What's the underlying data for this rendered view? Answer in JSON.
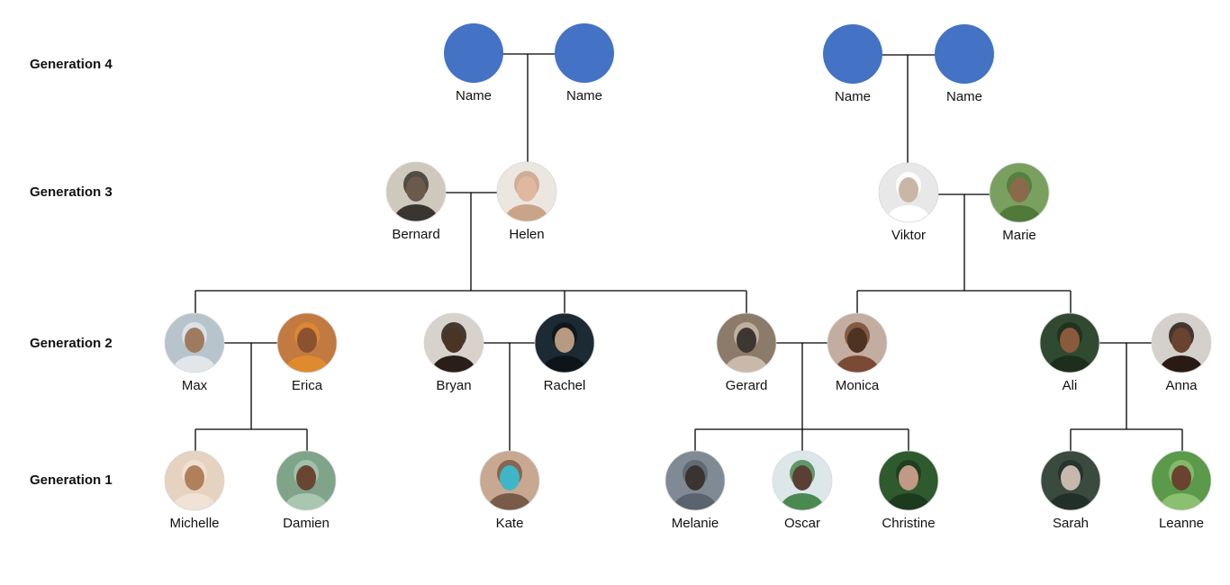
{
  "generations": [
    {
      "label": "Generation 4"
    },
    {
      "label": "Generation 3"
    },
    {
      "label": "Generation 2"
    },
    {
      "label": "Generation 1"
    }
  ],
  "colors": {
    "placeholder": "#4472C4",
    "line": "#000000",
    "text": "#111111"
  },
  "people": {
    "g4a": {
      "name": "Name",
      "kind": "placeholder"
    },
    "g4b": {
      "name": "Name",
      "kind": "placeholder"
    },
    "g4c": {
      "name": "Name",
      "kind": "placeholder"
    },
    "g4d": {
      "name": "Name",
      "kind": "placeholder"
    },
    "bernard": {
      "name": "Bernard",
      "kind": "photo",
      "palette": [
        "#cfc8bd",
        "#6b5a4c",
        "#3a3530"
      ]
    },
    "helen": {
      "name": "Helen",
      "kind": "photo",
      "palette": [
        "#ece6e0",
        "#e0b8a0",
        "#c9a488"
      ]
    },
    "viktor": {
      "name": "Viktor",
      "kind": "photo",
      "palette": [
        "#e8e8e8",
        "#c9b7a6",
        "#ffffff"
      ]
    },
    "marie": {
      "name": "Marie",
      "kind": "photo",
      "palette": [
        "#7aa060",
        "#8a6a4a",
        "#4f7a3a"
      ]
    },
    "max": {
      "name": "Max",
      "kind": "photo",
      "palette": [
        "#b8c4cc",
        "#a07a5e",
        "#e0e6ea"
      ]
    },
    "erica": {
      "name": "Erica",
      "kind": "photo",
      "palette": [
        "#c27a40",
        "#8a5230",
        "#e08a30"
      ]
    },
    "bryan": {
      "name": "Bryan",
      "kind": "photo",
      "palette": [
        "#d8d2cc",
        "#4a3426",
        "#2a1e18"
      ]
    },
    "rachel": {
      "name": "Rachel",
      "kind": "photo",
      "palette": [
        "#1c2a34",
        "#b89a80",
        "#0e151a"
      ]
    },
    "gerard": {
      "name": "Gerard",
      "kind": "photo",
      "palette": [
        "#8c7a6a",
        "#3e3630",
        "#c9b9a8"
      ]
    },
    "monica": {
      "name": "Monica",
      "kind": "photo",
      "palette": [
        "#c2ada0",
        "#4e3222",
        "#7a4a34"
      ]
    },
    "ali": {
      "name": "Ali",
      "kind": "photo",
      "palette": [
        "#2f4a30",
        "#8a5a3c",
        "#1e2e1c"
      ]
    },
    "anna": {
      "name": "Anna",
      "kind": "photo",
      "palette": [
        "#d4d0cc",
        "#6a4230",
        "#2a1a14"
      ]
    },
    "michelle": {
      "name": "Michelle",
      "kind": "photo",
      "palette": [
        "#e6d2c0",
        "#b0805c",
        "#f0e2d4"
      ]
    },
    "damien": {
      "name": "Damien",
      "kind": "photo",
      "palette": [
        "#7fa48a",
        "#6a4632",
        "#a8c6b0"
      ]
    },
    "kate": {
      "name": "Kate",
      "kind": "photo",
      "palette": [
        "#c8a890",
        "#3fb6c8",
        "#7a5a48"
      ]
    },
    "melanie": {
      "name": "Melanie",
      "kind": "photo",
      "palette": [
        "#7f8a94",
        "#3a3430",
        "#5a646e"
      ]
    },
    "oscar": {
      "name": "Oscar",
      "kind": "photo",
      "palette": [
        "#dde7ea",
        "#5a4034",
        "#4a8a50"
      ]
    },
    "christine": {
      "name": "Christine",
      "kind": "photo",
      "palette": [
        "#2e5a2e",
        "#c09a86",
        "#1e3a1e"
      ]
    },
    "sarah": {
      "name": "Sarah",
      "kind": "photo",
      "palette": [
        "#3a4a3e",
        "#c8b8ac",
        "#22302a"
      ]
    },
    "leanne": {
      "name": "Leanne",
      "kind": "photo",
      "palette": [
        "#5a9a4a",
        "#6a4230",
        "#8ac070"
      ]
    }
  }
}
